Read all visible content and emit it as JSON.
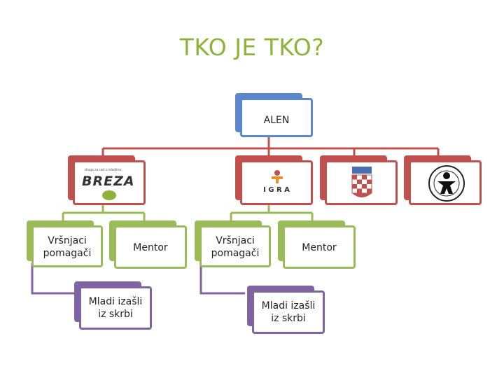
{
  "title": "TKO JE TKO?",
  "root": {
    "label": "ALEN"
  },
  "organizations": [
    {
      "name": "breza-logo",
      "logo_tagline": "druga za rad s mladima",
      "logo_text": "BREZA"
    },
    {
      "name": "igra-logo",
      "logo_text": "I G R A"
    },
    {
      "name": "croatia-coat-of-arms"
    },
    {
      "name": "circle-logo"
    }
  ],
  "left_branch": {
    "peer_helpers": "Vršnjaci pomagači",
    "mentor": "Mentor",
    "youth": "Mladi izašli iz skrbi"
  },
  "right_branch": {
    "peer_helpers": "Vršnjaci pomagači",
    "mentor": "Mentor",
    "youth": "Mladi izašli iz skrbi"
  },
  "colors": {
    "title": "#8db33b",
    "root_border": "#5b86c9",
    "org_border": "#c0504d",
    "helper_border": "#9bbb59",
    "youth_border": "#8064a2"
  }
}
